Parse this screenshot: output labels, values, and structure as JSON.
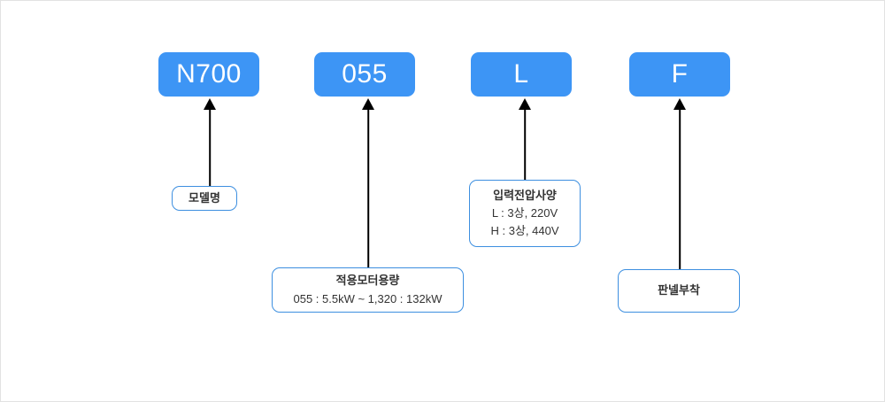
{
  "diagram": {
    "title": "N700 model code breakdown",
    "colors": {
      "chip_fill": "#3d95f5",
      "chip_text": "#ffffff",
      "callout_border": "#3d8fe0",
      "callout_text": "#333333",
      "arrow": "#000000",
      "page_border": "#e2e2e2",
      "background": "#ffffff"
    },
    "chips": [
      {
        "label": "N700"
      },
      {
        "label": "055"
      },
      {
        "label": "L"
      },
      {
        "label": "F"
      }
    ],
    "callouts": [
      {
        "lines": [
          {
            "text": "모델명",
            "head": true
          }
        ]
      },
      {
        "lines": [
          {
            "text": "적용모터용량",
            "head": true
          },
          {
            "text": "055 : 5.5kW ~ 1,320 : 132kW",
            "head": false
          }
        ]
      },
      {
        "lines": [
          {
            "text": "입력전압사양",
            "head": true
          },
          {
            "text": "L : 3상, 220V",
            "head": false
          },
          {
            "text": "H : 3상, 440V",
            "head": false
          }
        ]
      },
      {
        "lines": [
          {
            "text": "판넬부착",
            "head": true
          }
        ]
      }
    ]
  }
}
